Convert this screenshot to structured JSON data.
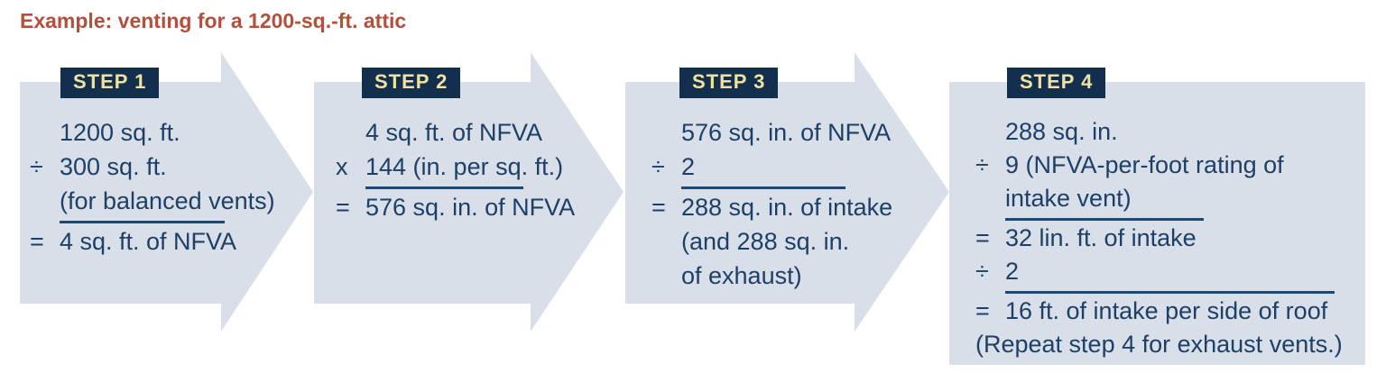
{
  "title": "Example: venting for a 1200-sq.-ft. attic",
  "colors": {
    "page_bg": "#ffffff",
    "title": "#b1503c",
    "arrow_fill": "#d8dfe9",
    "badge_bg": "#122f4d",
    "badge_text": "#f2e2a2",
    "text": "#1e3f66",
    "rule": "#1c4874"
  },
  "steps": [
    {
      "label": "STEP 1",
      "lines": [
        {
          "op": "",
          "text": "1200 sq. ft."
        },
        {
          "op": "÷",
          "text": "300 sq. ft."
        },
        {
          "op": "",
          "text": "(for balanced vents)"
        },
        {
          "op": "=",
          "text": "4 sq. ft. of NFVA"
        }
      ]
    },
    {
      "label": "STEP 2",
      "lines": [
        {
          "op": "",
          "text": "4 sq. ft. of NFVA"
        },
        {
          "op": "x",
          "text": "144 (in. per sq. ft.)"
        },
        {
          "op": "=",
          "text": "576 sq. in. of NFVA"
        }
      ]
    },
    {
      "label": "STEP 3",
      "lines": [
        {
          "op": "",
          "text": "576 sq. in. of NFVA"
        },
        {
          "op": "÷",
          "text": "2"
        },
        {
          "op": "=",
          "text": "288 sq. in. of intake"
        },
        {
          "op": "",
          "text": "(and 288 sq. in."
        },
        {
          "op": "",
          "text": "of exhaust)"
        }
      ]
    },
    {
      "label": "STEP 4",
      "lines": [
        {
          "op": "",
          "text": "288 sq. in."
        },
        {
          "op": "÷",
          "text": "9 (NFVA-per-foot rating of"
        },
        {
          "op": "",
          "text": "intake vent)"
        },
        {
          "op": "=",
          "text": "32 lin. ft. of intake"
        },
        {
          "op": "÷",
          "text": "2"
        },
        {
          "op": "=",
          "text": "16 ft. of intake per side of roof"
        },
        {
          "op": "",
          "text": "(Repeat step 4 for exhaust vents.)"
        }
      ]
    }
  ]
}
